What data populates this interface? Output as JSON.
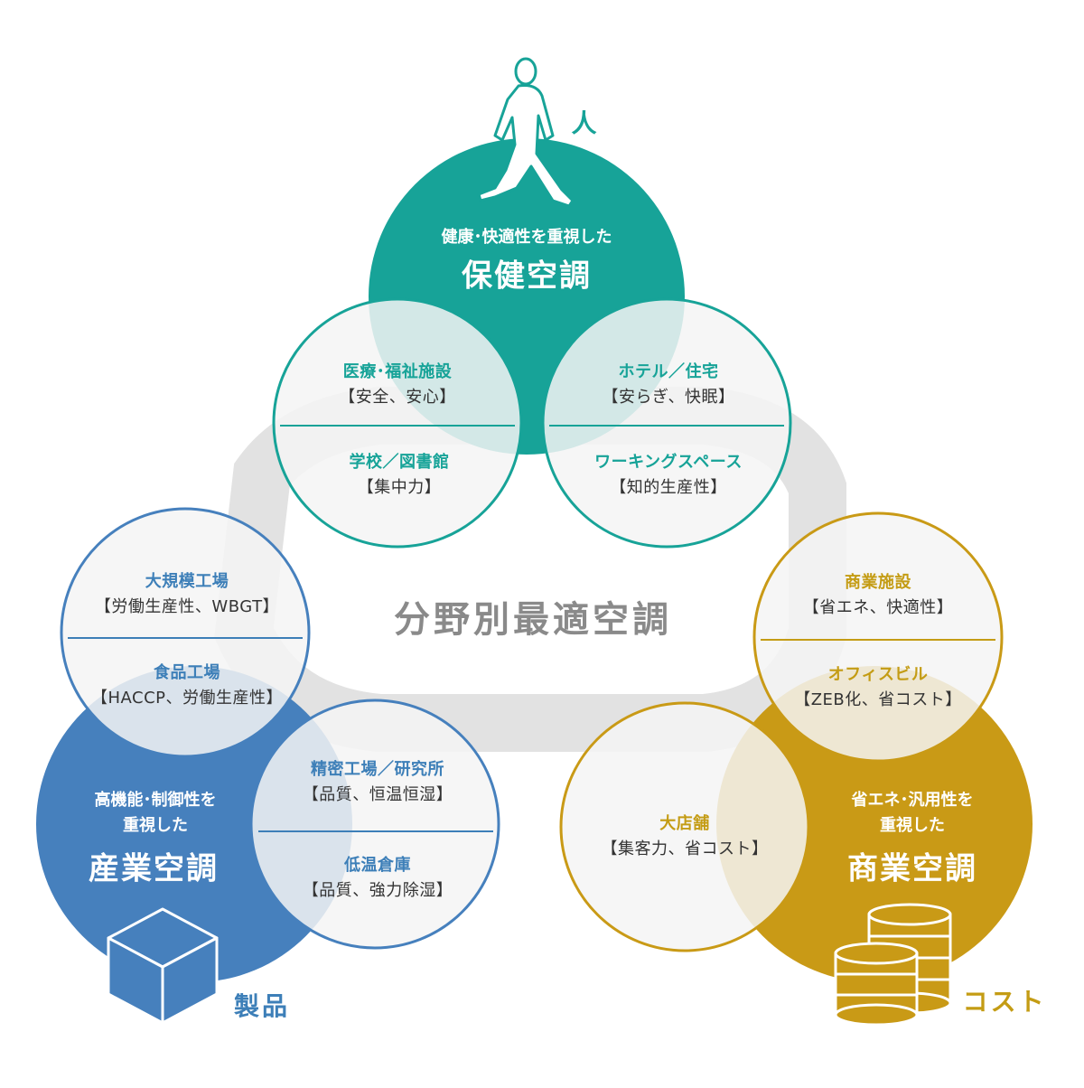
{
  "center": {
    "title": "分野別最適空調"
  },
  "colors": {
    "teal": "#17a398",
    "blue": "#4680bd",
    "gold": "#c99a16",
    "ring": "#e0e0e0"
  },
  "health": {
    "desc": "健康･快適性を重視した",
    "title": "保健空調",
    "icon_label": "人",
    "icon": "walking-person-icon"
  },
  "industrial": {
    "desc_line1": "高機能･制御性を",
    "desc_line2": "重視した",
    "title": "産業空調",
    "icon_label": "製品",
    "icon": "cube-icon"
  },
  "commercial": {
    "desc_line1": "省エネ･汎用性を",
    "desc_line2": "重視した",
    "title": "商業空調",
    "icon_label": "コスト",
    "icon": "coin-stack-icon"
  },
  "sectors": {
    "medical": {
      "name": "医療･福祉施設",
      "value": "【安全、安心】"
    },
    "school": {
      "name": "学校／図書館",
      "value": "【集中力】"
    },
    "hotel": {
      "name": "ホテル／住宅",
      "value": "【安らぎ、快眠】"
    },
    "workspace": {
      "name": "ワーキングスペース",
      "value": "【知的生産性】"
    },
    "large_factory": {
      "name": "大規模工場",
      "value": "【労働生産性、WBGT】"
    },
    "food_factory": {
      "name": "食品工場",
      "value": "【HACCP、労働生産性】"
    },
    "precision": {
      "name": "精密工場／研究所",
      "value": "【品質、恒温恒湿】"
    },
    "cold_storage": {
      "name": "低温倉庫",
      "value": "【品質、強力除湿】"
    },
    "commercial_facility": {
      "name": "商業施設",
      "value": "【省エネ、快適性】"
    },
    "office": {
      "name": "オフィスビル",
      "value": "【ZEB化、省コスト】"
    },
    "store": {
      "name": "大店舗",
      "value": "【集客力、省コスト】"
    }
  }
}
